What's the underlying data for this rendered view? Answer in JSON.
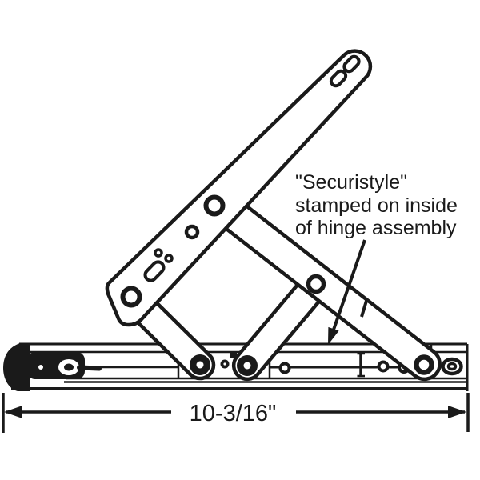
{
  "figure": {
    "background_color": "#ffffff",
    "line_color": "#1a1a1a",
    "annotation": {
      "line1": "\"Securistyle\"",
      "line2": "stamped on inside",
      "line3": "of hinge assembly"
    },
    "dimension": {
      "label": "10-3/16\""
    }
  }
}
